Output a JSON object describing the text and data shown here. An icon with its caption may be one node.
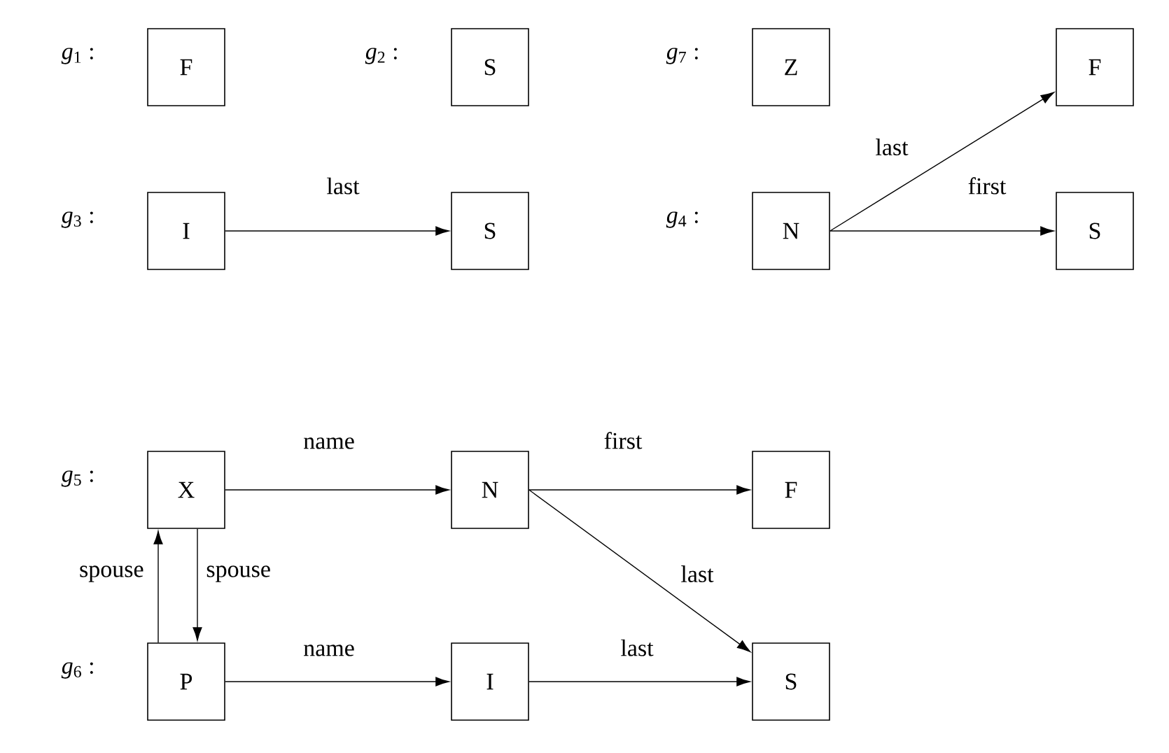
{
  "diagram": {
    "nodes": [
      {
        "text": [
          "F"
        ],
        "beside": [
          "*g*$_{1}$ :"
        ]
      },
      {
        "text": [
          "S"
        ],
        "beside": [
          "*g*$_{2}$ :"
        ]
      },
      {
        "text": [
          "Z"
        ],
        "beside": [
          "*g*$_{7}$ :"
        ]
      },
      {
        "text": [
          "F"
        ]
      },
      {
        "text": [
          "I"
        ],
        "beside": [
          "*g*$_{3}$ :"
        ]
      },
      {
        "text": [
          "S"
        ]
      },
      {
        "text": [
          "N"
        ],
        "beside": [
          "*g*$_{4}$ :"
        ]
      },
      {
        "text": [
          "S"
        ]
      },
      {
        "text": [
          "X"
        ],
        "beside": [
          "*g*$_{5}$ :"
        ]
      },
      {
        "text": [
          "N"
        ]
      },
      {
        "text": [
          "F"
        ]
      },
      {
        "text": [
          "P"
        ],
        "beside": [
          "*g*$_{6}$ :"
        ]
      },
      {
        "text": [
          "I"
        ]
      },
      {
        "text": [
          "S"
        ]
      }
    ],
    "edges": [
      {
        "from": 4,
        "to": 5,
        "arrow": "to",
        "label": "last"
      },
      {
        "from": 6,
        "to": 3,
        "arrow": "to",
        "label": "last"
      },
      {
        "from": 6,
        "to": 7,
        "arrow": "to",
        "label": "first"
      },
      {
        "from": 8,
        "to": 9,
        "arrow": "to",
        "label": "name"
      },
      {
        "from": 9,
        "to": 10,
        "arrow": "to",
        "label": "first"
      },
      {
        "from": 9,
        "to": 13,
        "arrow": "to",
        "label": "last"
      },
      {
        "from": 11,
        "to": 8,
        "arrow": "to",
        "label": "spouse"
      },
      {
        "from": 8,
        "to": 11,
        "arrow": "to",
        "label": "spouse"
      },
      {
        "from": 11,
        "to": 12,
        "arrow": "to",
        "label": "name"
      },
      {
        "from": 12,
        "to": 13,
        "arrow": "to",
        "label": "last"
      }
    ]
  }
}
